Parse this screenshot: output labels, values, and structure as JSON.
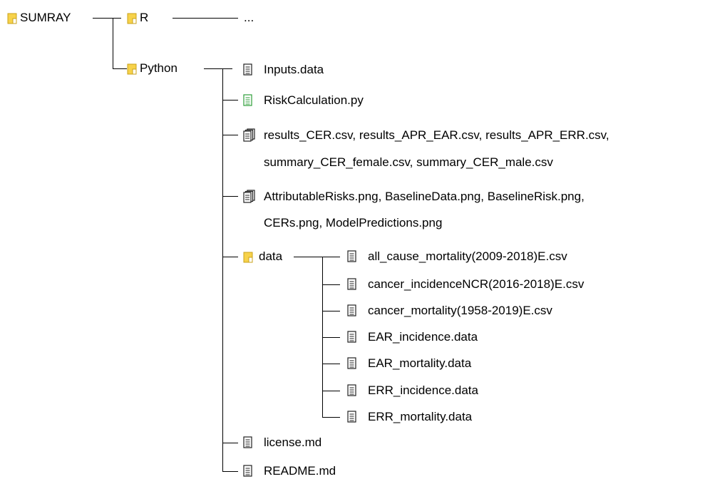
{
  "tree": {
    "root": "SUMRAY",
    "r_folder": "R",
    "r_ellipsis": "...",
    "python_folder": "Python",
    "python_items": {
      "inputs": "Inputs.data",
      "risk_calc": "RiskCalculation.py",
      "results_line1": "results_CER.csv, results_APR_EAR.csv, results_APR_ERR.csv,",
      "results_line2": "summary_CER_female.csv, summary_CER_male.csv",
      "plots_line1": "AttributableRisks.png, BaselineData.png, BaselineRisk.png,",
      "plots_line2": "CERs.png, ModelPredictions.png",
      "data_folder": "data",
      "license": "license.md",
      "readme": "README.md"
    },
    "data_items": [
      "all_cause_mortality(2009-2018)E.csv",
      "cancer_incidenceNCR(2016-2018)E.csv",
      "cancer_mortality(1958-2019)E.csv",
      "EAR_incidence.data",
      "EAR_mortality.data",
      "ERR_incidence.data",
      "ERR_mortality.data"
    ]
  },
  "colors": {
    "folder_fill": "#f7d24a",
    "folder_edge": "#c9a21a",
    "file_edge": "#222222",
    "py_file_edge": "#2e9e3a"
  },
  "icons": {
    "folder": "folder-icon",
    "file": "file-icon",
    "python_file": "python-file-icon",
    "multi_file": "multi-file-icon"
  }
}
